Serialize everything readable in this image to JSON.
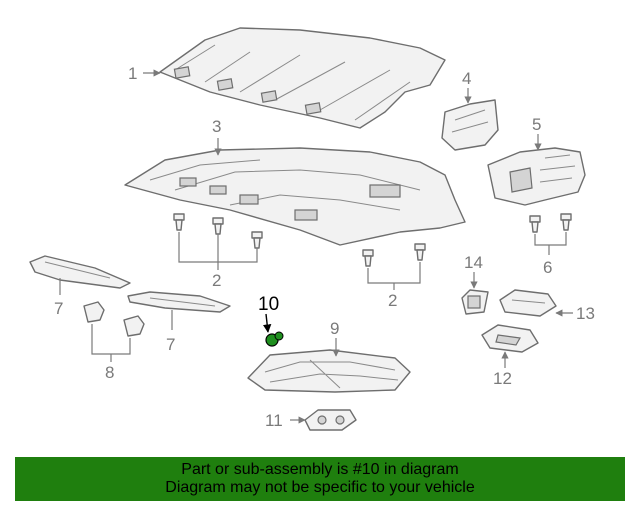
{
  "diagram": {
    "callouts": [
      "1",
      "2",
      "3",
      "4",
      "5",
      "6",
      "7",
      "8",
      "9",
      "10",
      "11",
      "12",
      "13",
      "14"
    ],
    "highlighted_callout": "10",
    "highlight_color": "#000000",
    "part_marker_color": "#1f8f1f"
  },
  "banner": {
    "line1": "Part or sub-assembly is #10 in diagram",
    "line2": "Diagram may not be specific to your vehicle",
    "background": "#1f7f0e"
  }
}
